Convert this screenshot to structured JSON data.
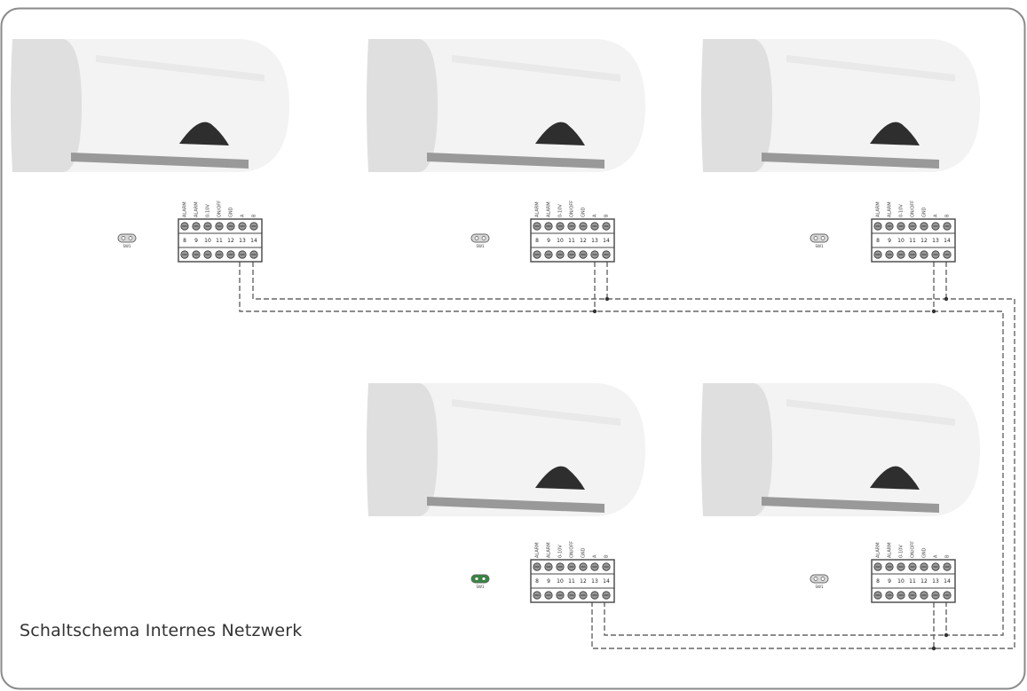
{
  "caption": "Schaltschema Internes Netzwerk",
  "terminal_labels": [
    "ALARM",
    "ALARM",
    "0-10V",
    "ON/OFF",
    "GND",
    "A",
    "B"
  ],
  "terminal_numbers": [
    "8",
    "9",
    "10",
    "11",
    "12",
    "13",
    "14"
  ],
  "switch_label": "SW1",
  "units": [
    {
      "id": "unit-1",
      "switch_color": "#d9d9d9",
      "switch_state": "off"
    },
    {
      "id": "unit-2",
      "switch_color": "#d9d9d9",
      "switch_state": "off"
    },
    {
      "id": "unit-3",
      "switch_color": "#d9d9d9",
      "switch_state": "off"
    },
    {
      "id": "unit-4",
      "switch_color": "#2e8b3a",
      "switch_state": "on"
    },
    {
      "id": "unit-5",
      "switch_color": "#d9d9d9",
      "switch_state": "off"
    }
  ],
  "colors": {
    "wire": "#666666",
    "frame": "#8a8a8a",
    "unit_body": "#f3f3f3",
    "unit_side": "#dfdfdf"
  }
}
